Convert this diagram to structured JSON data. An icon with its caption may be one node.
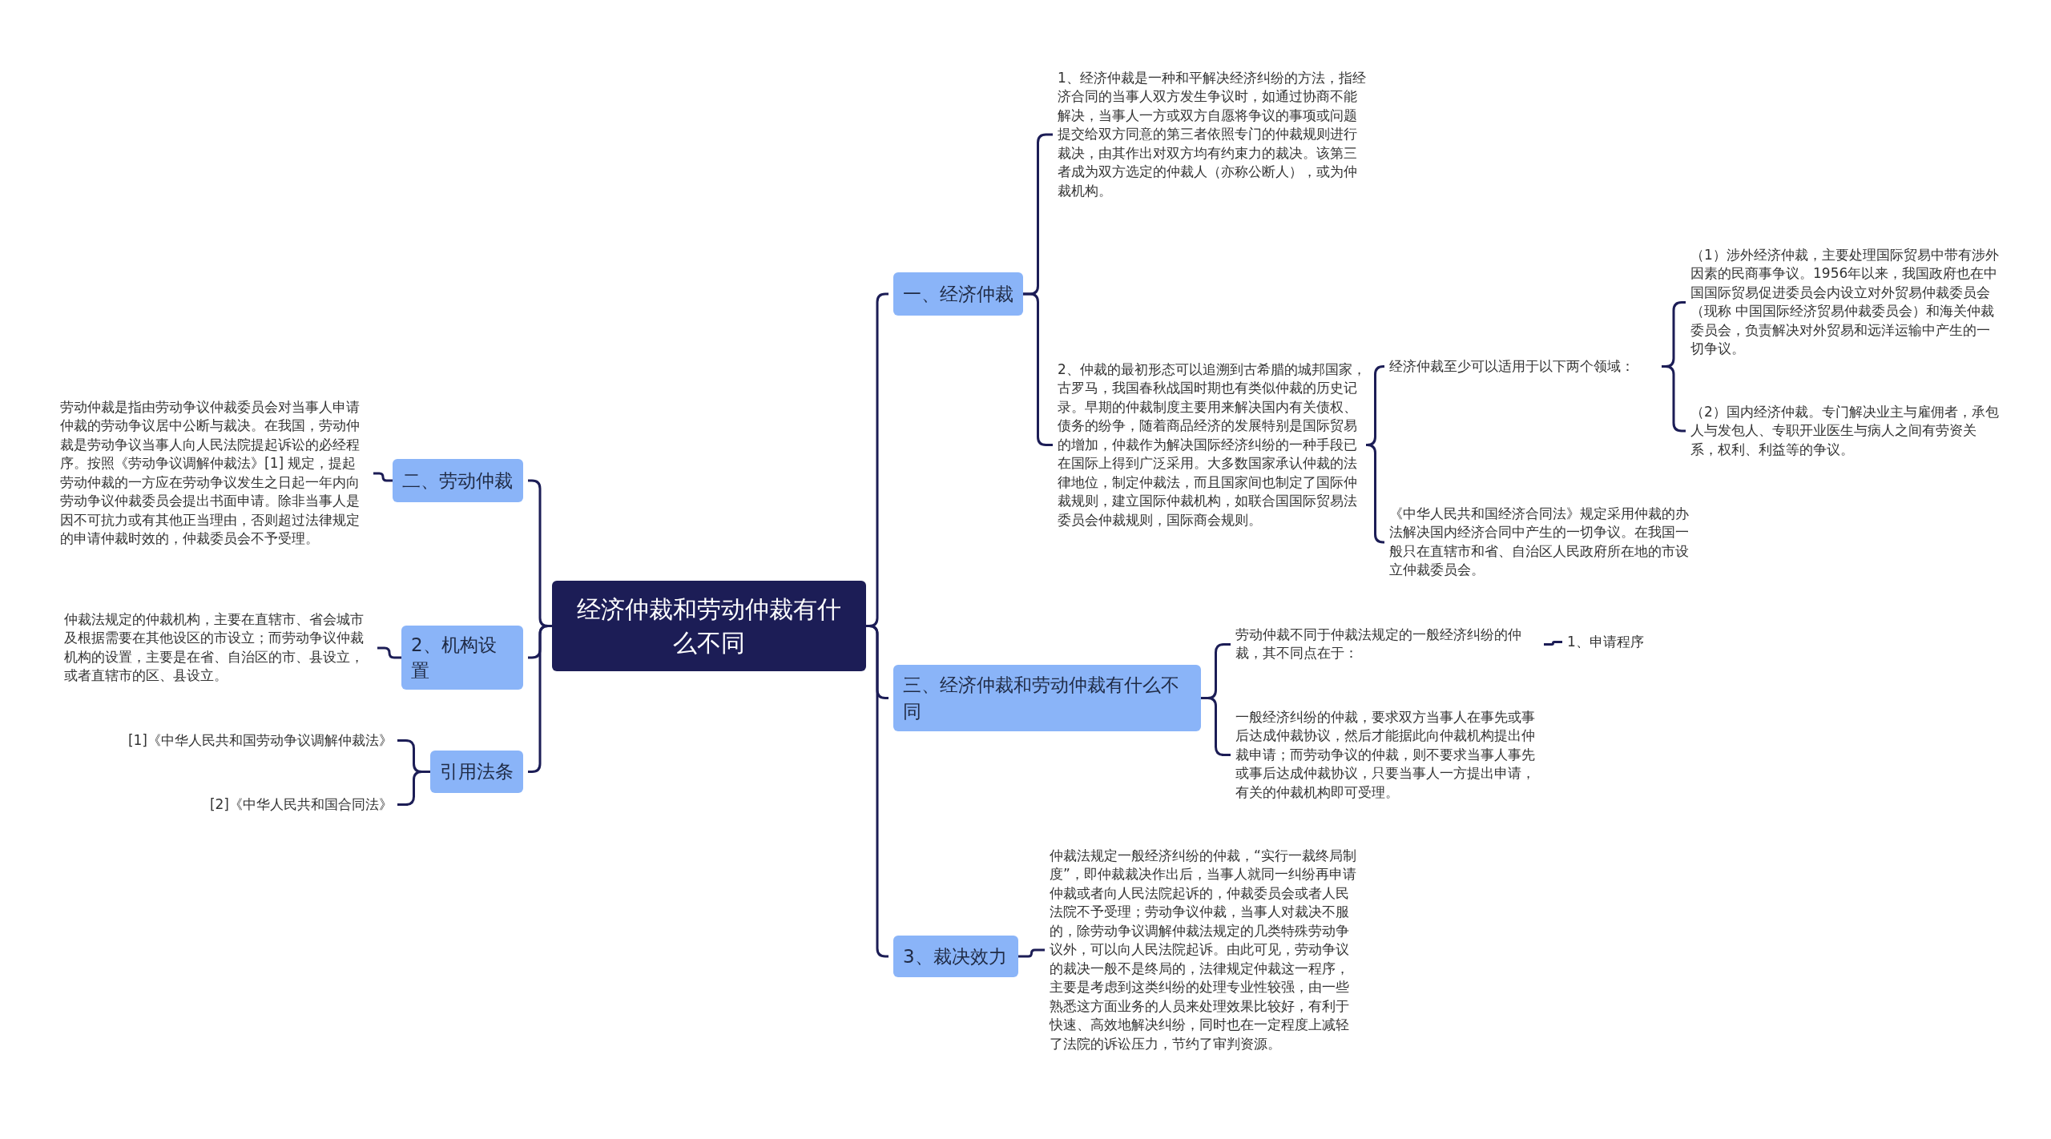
{
  "diagram": {
    "nodes": [
      {
        "text": [
          "经济仲裁和劳动仲裁有什么不同"
        ]
      },
      {
        "text": [
          "一、经济仲裁"
        ]
      },
      {
        "text": [
          "1、经济仲裁是一种和平解决经济纠纷的方法，指经济合同的当事人双方发生争议时，如通过协商不能解决，当事人一方或双方自愿将争议的事项或问题提交给双方同意的第三者依照专门的仲裁规则进行裁决，由其作出对双方均有约束力的裁决。该第三者成为双方选定的仲裁人（亦称公断人），或为仲裁机构。"
        ]
      },
      {
        "text": [
          "2、仲裁的最初形态可以追溯到古希腊的城邦国家，古罗马，我国春秋战国时期也有类似仲裁的历史记录。早期的仲裁制度主要用来解决国内有关债权、债务的纷争，随着商品经济的发展特别是国际贸易的增加，仲裁作为解决国际经济纠纷的一种手段已在国际上得到广泛采用。大多数国家承认仲裁的法律地位，制定仲裁法，而且国家间也制定了国际仲裁规则，建立国际仲裁机构，如联合国国际贸易法委员会仲裁规则，国际商会规则。"
        ]
      },
      {
        "text": [
          "经济仲裁至少可以适用于以下两个领域："
        ]
      },
      {
        "text": [
          "（1）涉外经济仲裁，主要处理国际贸易中带有涉外因素的民商事争议。1956年以来，我国政府也在中国国际贸易促进委员会内设立对外贸易仲裁委员会（现称 中国国际经济贸易仲裁委员会）和海关仲裁委员会，负责解决对外贸易和远洋运输中产生的一切争议。"
        ]
      },
      {
        "text": [
          "（2）国内经济仲裁。专门解决业主与雇佣者，承包人与发包人、专职开业医生与病人之间有劳资关系，权利、利益等的争议。"
        ]
      },
      {
        "text": [
          "《中华人民共和国经济合同法》规定采用仲裁的办法解决国内经济合同中产生的一切争议。在我国一般只在直辖市和省、自治区人民政府所在地的市设立仲裁委员会。"
        ]
      },
      {
        "text": [
          "三、经济仲裁和劳动仲裁有什么不同"
        ]
      },
      {
        "text": [
          "劳动仲裁不同于仲裁法规定的一般经济纠纷的仲裁，其不同点在于："
        ]
      },
      {
        "text": [
          "1、申请程序"
        ]
      },
      {
        "text": [
          "一般经济纠纷的仲裁，要求双方当事人在事先或事后达成仲裁协议，然后才能据此向仲裁机构提出仲裁申请；而劳动争议的仲裁，则不要求当事人事先或事后达成仲裁协议，只要当事人一方提出申请，有关的仲裁机构即可受理。"
        ]
      },
      {
        "text": [
          "3、裁决效力"
        ]
      },
      {
        "text": [
          "仲裁法规定一般经济纠纷的仲裁，“实行一裁终局制度”，即仲裁裁决作出后，当事人就同一纠纷再申请仲裁或者向人民法院起诉的，仲裁委员会或者人民法院不予受理；劳动争议仲裁，当事人对裁决不服的，除劳动争议调解仲裁法规定的几类特殊劳动争议外，可以向人民法院起诉。由此可见，劳动争议的裁决一般不是终局的，法律规定仲裁这一程序，主要是考虑到这类纠纷的处理专业性较强，由一些熟悉这方面业务的人员来处理效果比较好，有利于快速、高效地解决纠纷，同时也在一定程度上减轻了法院的诉讼压力，节约了审判资源。"
        ]
      },
      {
        "text": [
          "二、劳动仲裁"
        ]
      },
      {
        "text": [
          "劳动仲裁是指由劳动争议仲裁委员会对当事人申请仲裁的劳动争议居中公断与裁决。在我国，劳动仲裁是劳动争议当事人向人民法院提起诉讼的必经程序。按照《劳动争议调解仲裁法》[1] 规定，提起劳动仲裁的一方应在劳动争议发生之日起一年内向劳动争议仲裁委员会提出书面申请。除非当事人是因不可抗力或有其他正当理由，否则超过法律规定的申请仲裁时效的，仲裁委员会不予受理。"
        ]
      },
      {
        "text": [
          "2、机构设置"
        ]
      },
      {
        "text": [
          "仲裁法规定的仲裁机构，主要在直辖市、省会城市及根据需要在其他设区的市设立；而劳动争议仲裁机构的设置，主要是在省、自治区的市、县设立，或者直辖市的区、县设立。"
        ]
      },
      {
        "text": [
          "引用法条"
        ]
      },
      {
        "text": [
          "[1]《中华人民共和国劳动争议调解仲裁法》"
        ]
      },
      {
        "text": [
          "[2]《中华人民共和国合同法》"
        ]
      }
    ],
    "edges": [
      {
        "from": 0,
        "to": 1,
        "arrow": "none"
      },
      {
        "from": 1,
        "to": 2,
        "arrow": "none"
      },
      {
        "from": 1,
        "to": 3,
        "arrow": "none"
      },
      {
        "from": 3,
        "to": 4,
        "arrow": "none"
      },
      {
        "from": 4,
        "to": 5,
        "arrow": "none"
      },
      {
        "from": 4,
        "to": 6,
        "arrow": "none"
      },
      {
        "from": 3,
        "to": 7,
        "arrow": "none"
      },
      {
        "from": 0,
        "to": 8,
        "arrow": "none"
      },
      {
        "from": 8,
        "to": 9,
        "arrow": "none"
      },
      {
        "from": 9,
        "to": 10,
        "arrow": "none"
      },
      {
        "from": 8,
        "to": 11,
        "arrow": "none"
      },
      {
        "from": 0,
        "to": 12,
        "arrow": "none"
      },
      {
        "from": 12,
        "to": 13,
        "arrow": "none"
      },
      {
        "from": 0,
        "to": 14,
        "arrow": "none"
      },
      {
        "from": 14,
        "to": 15,
        "arrow": "none"
      },
      {
        "from": 0,
        "to": 16,
        "arrow": "none"
      },
      {
        "from": 16,
        "to": 17,
        "arrow": "none"
      },
      {
        "from": 0,
        "to": 18,
        "arrow": "none"
      },
      {
        "from": 18,
        "to": 19,
        "arrow": "none"
      },
      {
        "from": 18,
        "to": 20,
        "arrow": "none"
      }
    ]
  }
}
